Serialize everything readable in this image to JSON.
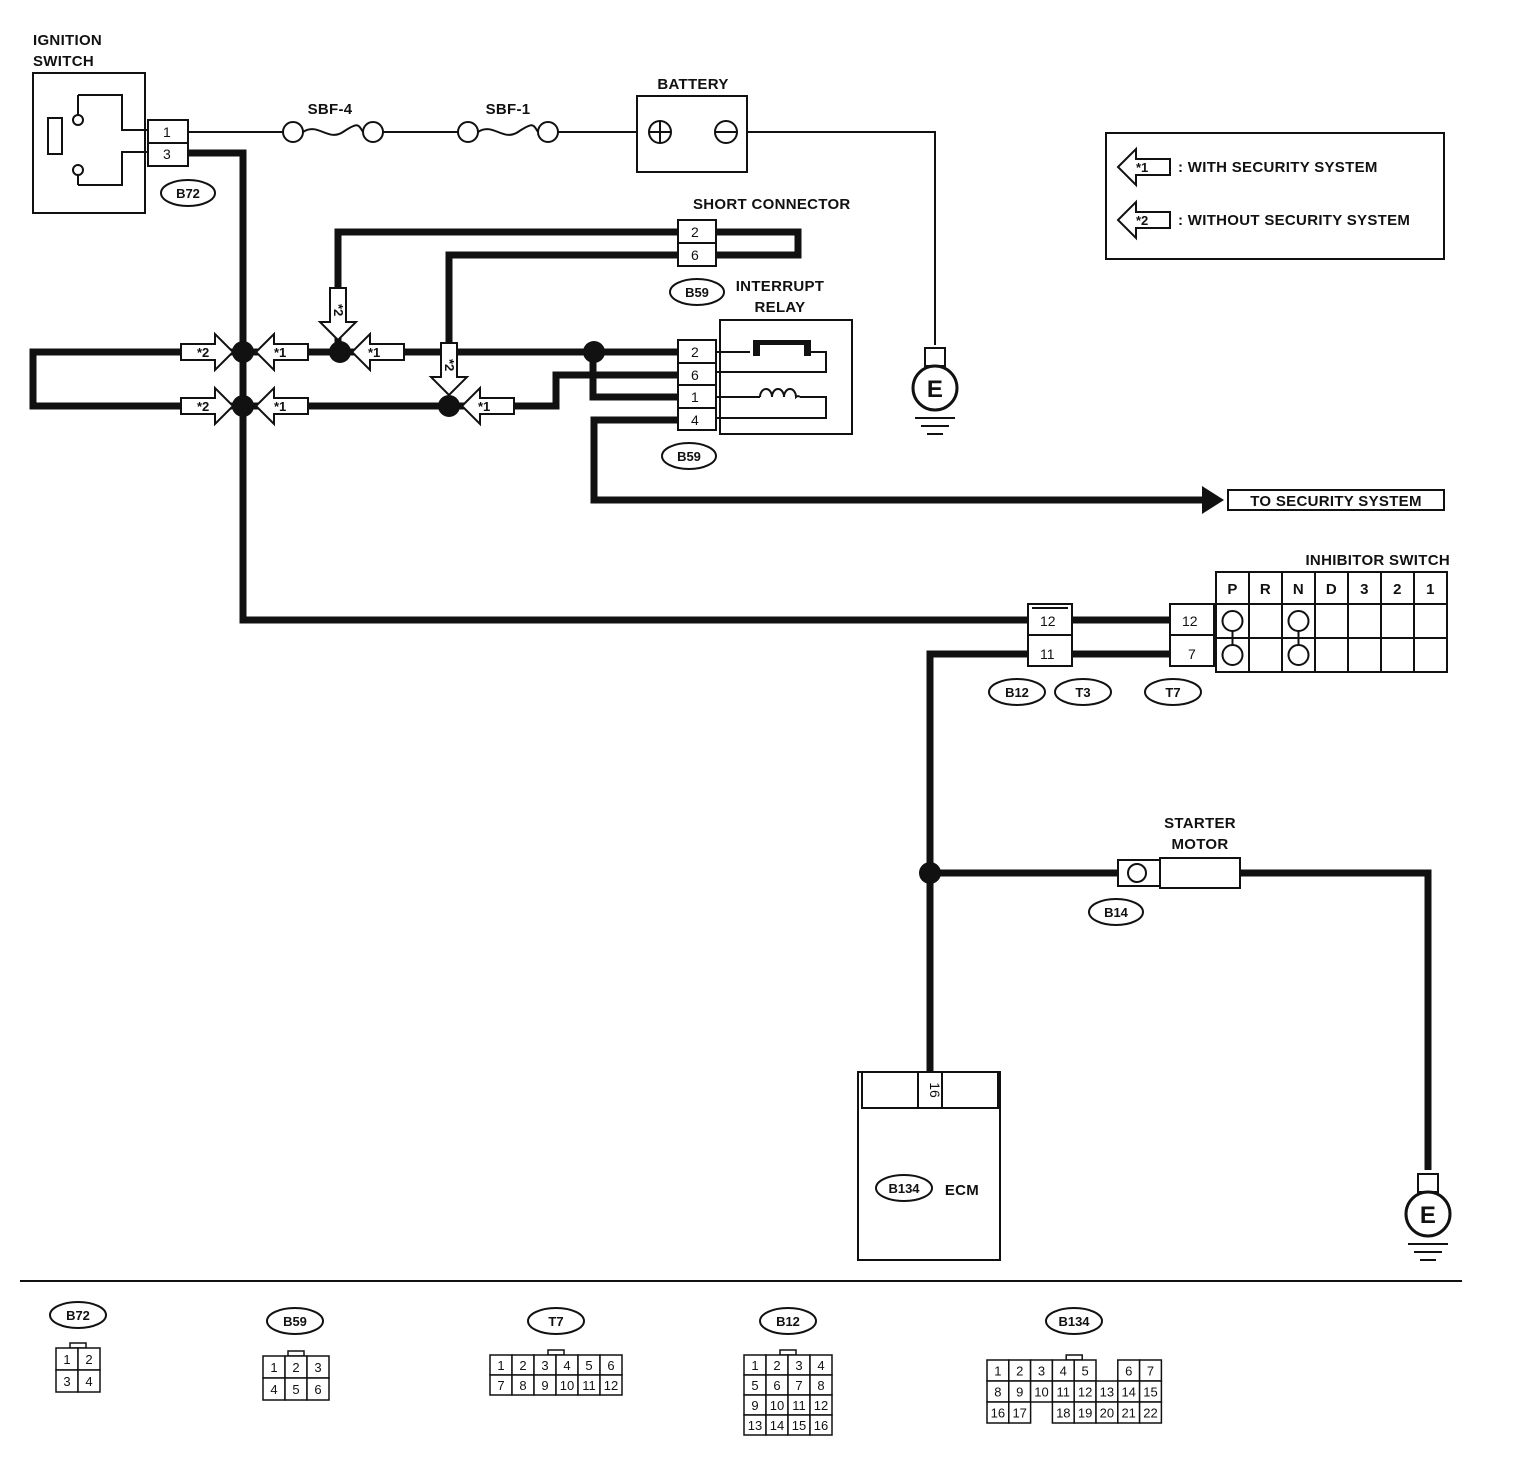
{
  "components": {
    "ignition_switch": {
      "label_line1": "IGNITION",
      "label_line2": "SWITCH",
      "pins": [
        "1",
        "3"
      ],
      "connector": "B72"
    },
    "battery": {
      "label": "BATTERY",
      "terminal_pos": "⊕",
      "terminal_neg": "⊖"
    },
    "fuses": [
      "SBF-4",
      "SBF-1"
    ],
    "short_connector": {
      "label": "SHORT CONNECTOR",
      "pins": [
        "2",
        "6"
      ],
      "connector": "B59"
    },
    "interrupt_relay": {
      "label_line1": "INTERRUPT",
      "label_line2": "RELAY",
      "pins": [
        "2",
        "6",
        "1",
        "4"
      ],
      "connector": "B59"
    },
    "ground_symbol": "E",
    "security_output": "TO SECURITY SYSTEM",
    "inhibitor_switch": {
      "label": "INHIBITOR SWITCH",
      "positions": [
        "P",
        "R",
        "N",
        "D",
        "3",
        "2",
        "1"
      ],
      "pins": [
        "12",
        "7"
      ],
      "connector": "T7"
    },
    "joint_connector": {
      "pins": [
        "12",
        "11"
      ],
      "connectors": [
        "B12",
        "T3"
      ]
    },
    "starter_motor": {
      "label_line1": "STARTER",
      "label_line2": "MOTOR",
      "connector": "B14"
    },
    "ecm": {
      "label": "ECM",
      "connector": "B134",
      "pin": "16"
    }
  },
  "legend": {
    "items": [
      {
        "mark": "*1",
        "text": ": WITH SECURITY SYSTEM"
      },
      {
        "mark": "*2",
        "text": ": WITHOUT SECURITY SYSTEM"
      }
    ]
  },
  "connector_views": [
    {
      "name": "B72",
      "rows": [
        [
          "1",
          "2"
        ],
        [
          "3",
          "4"
        ]
      ]
    },
    {
      "name": "B59",
      "rows": [
        [
          "1",
          "2",
          "3"
        ],
        [
          "4",
          "5",
          "6"
        ]
      ]
    },
    {
      "name": "T7",
      "rows": [
        [
          "1",
          "2",
          "3",
          "4",
          "5",
          "6"
        ],
        [
          "7",
          "8",
          "9",
          "10",
          "11",
          "12"
        ]
      ]
    },
    {
      "name": "B12",
      "rows": [
        [
          "1",
          "2",
          "3",
          "4"
        ],
        [
          "5",
          "6",
          "7",
          "8"
        ],
        [
          "9",
          "10",
          "11",
          "12"
        ],
        [
          "13",
          "14",
          "15",
          "16"
        ]
      ]
    },
    {
      "name": "B134",
      "rows": [
        [
          "1",
          "2",
          "3",
          "4",
          "5",
          "",
          "6",
          "7"
        ],
        [
          "8",
          "9",
          "10",
          "11",
          "12",
          "13",
          "14",
          "15"
        ],
        [
          "16",
          "17",
          "",
          "18",
          "19",
          "20",
          "21",
          "22"
        ]
      ]
    }
  ]
}
